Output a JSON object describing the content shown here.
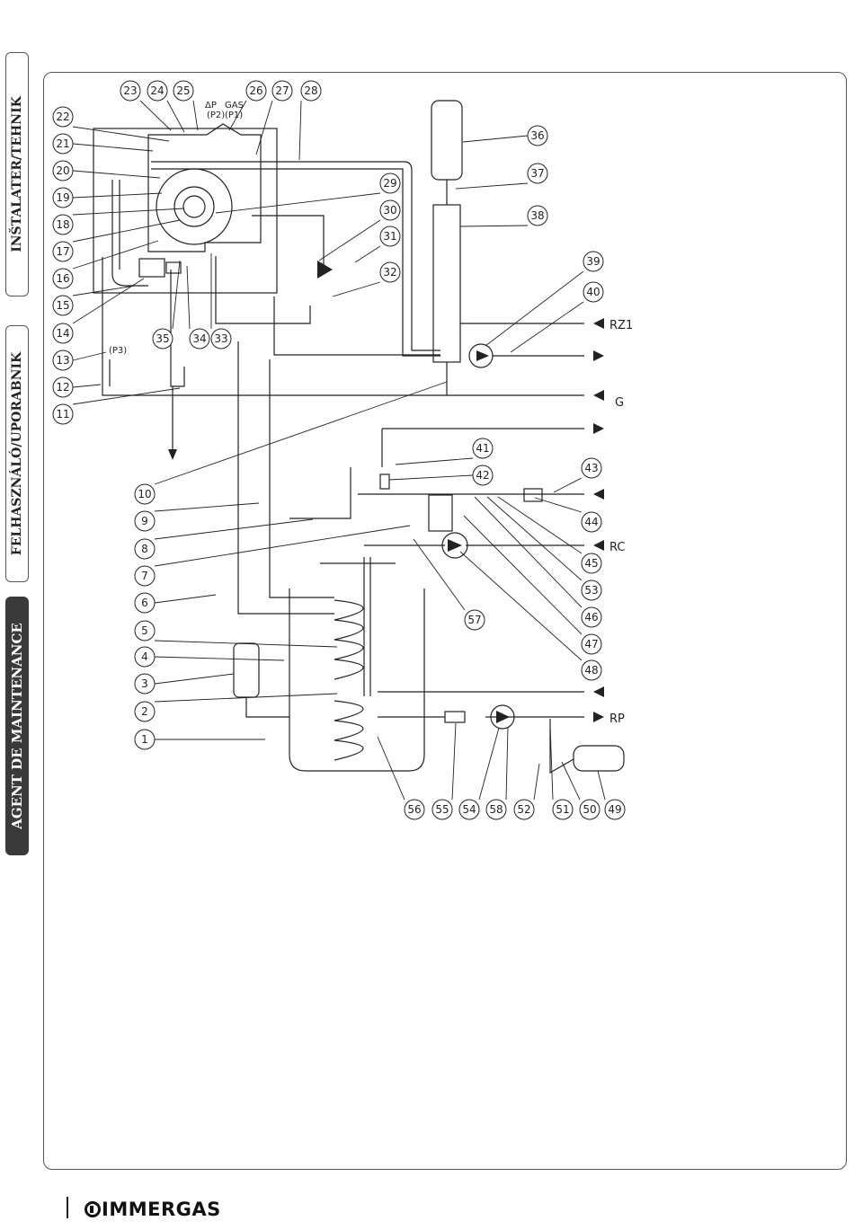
{
  "side_tabs": [
    {
      "label": "INŠTALATER/TEHNIK",
      "active": false
    },
    {
      "label": "FELHASZNÁLÓ/UPORABNIK",
      "active": false
    },
    {
      "label": "AGENT DE MAINTENANCE",
      "active": true
    }
  ],
  "diagram": {
    "annotations": [
      "ΔP",
      "GAS",
      "(P2)",
      "(P1)",
      "(P3)"
    ],
    "connection_labels": [
      "RZ1",
      "G",
      "RC",
      "RP"
    ],
    "callouts": [
      "1",
      "2",
      "3",
      "4",
      "5",
      "6",
      "7",
      "8",
      "9",
      "10",
      "11",
      "12",
      "13",
      "14",
      "15",
      "16",
      "17",
      "18",
      "19",
      "20",
      "21",
      "22",
      "23",
      "24",
      "25",
      "26",
      "27",
      "28",
      "29",
      "30",
      "31",
      "32",
      "33",
      "34",
      "35",
      "36",
      "37",
      "38",
      "39",
      "40",
      "41",
      "42",
      "43",
      "44",
      "45",
      "46",
      "47",
      "48",
      "49",
      "50",
      "51",
      "52",
      "53",
      "54",
      "55",
      "56",
      "57",
      "58"
    ]
  },
  "footer": {
    "brand": "IMMERGAS"
  },
  "colors": {
    "line": "#222222",
    "active_tab": "#3a3a3a"
  }
}
